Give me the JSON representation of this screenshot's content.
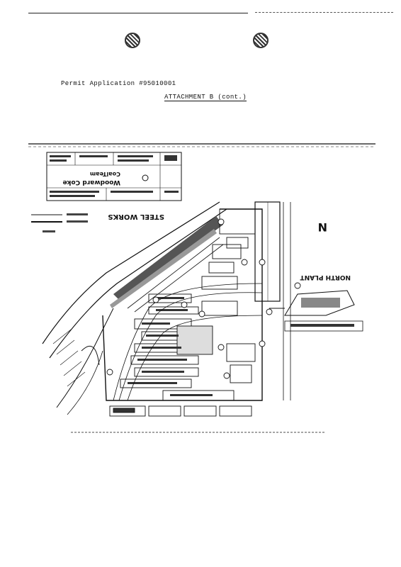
{
  "header": {
    "permit_line": "Permit Application #95010001",
    "attachment_line": "ATTACHMENT B (cont.)"
  },
  "map": {
    "title_block_name": "Woodward Coke",
    "title_block_company": "CoalTeam",
    "label_steel_works": "STEEL WORKS",
    "label_north_plant": "NORTH PLANT",
    "north_arrow": "N"
  },
  "colors": {
    "ink": "#111111",
    "paper": "#ffffff"
  },
  "icons": [
    "punch-hole-icon",
    "north-arrow-icon"
  ]
}
